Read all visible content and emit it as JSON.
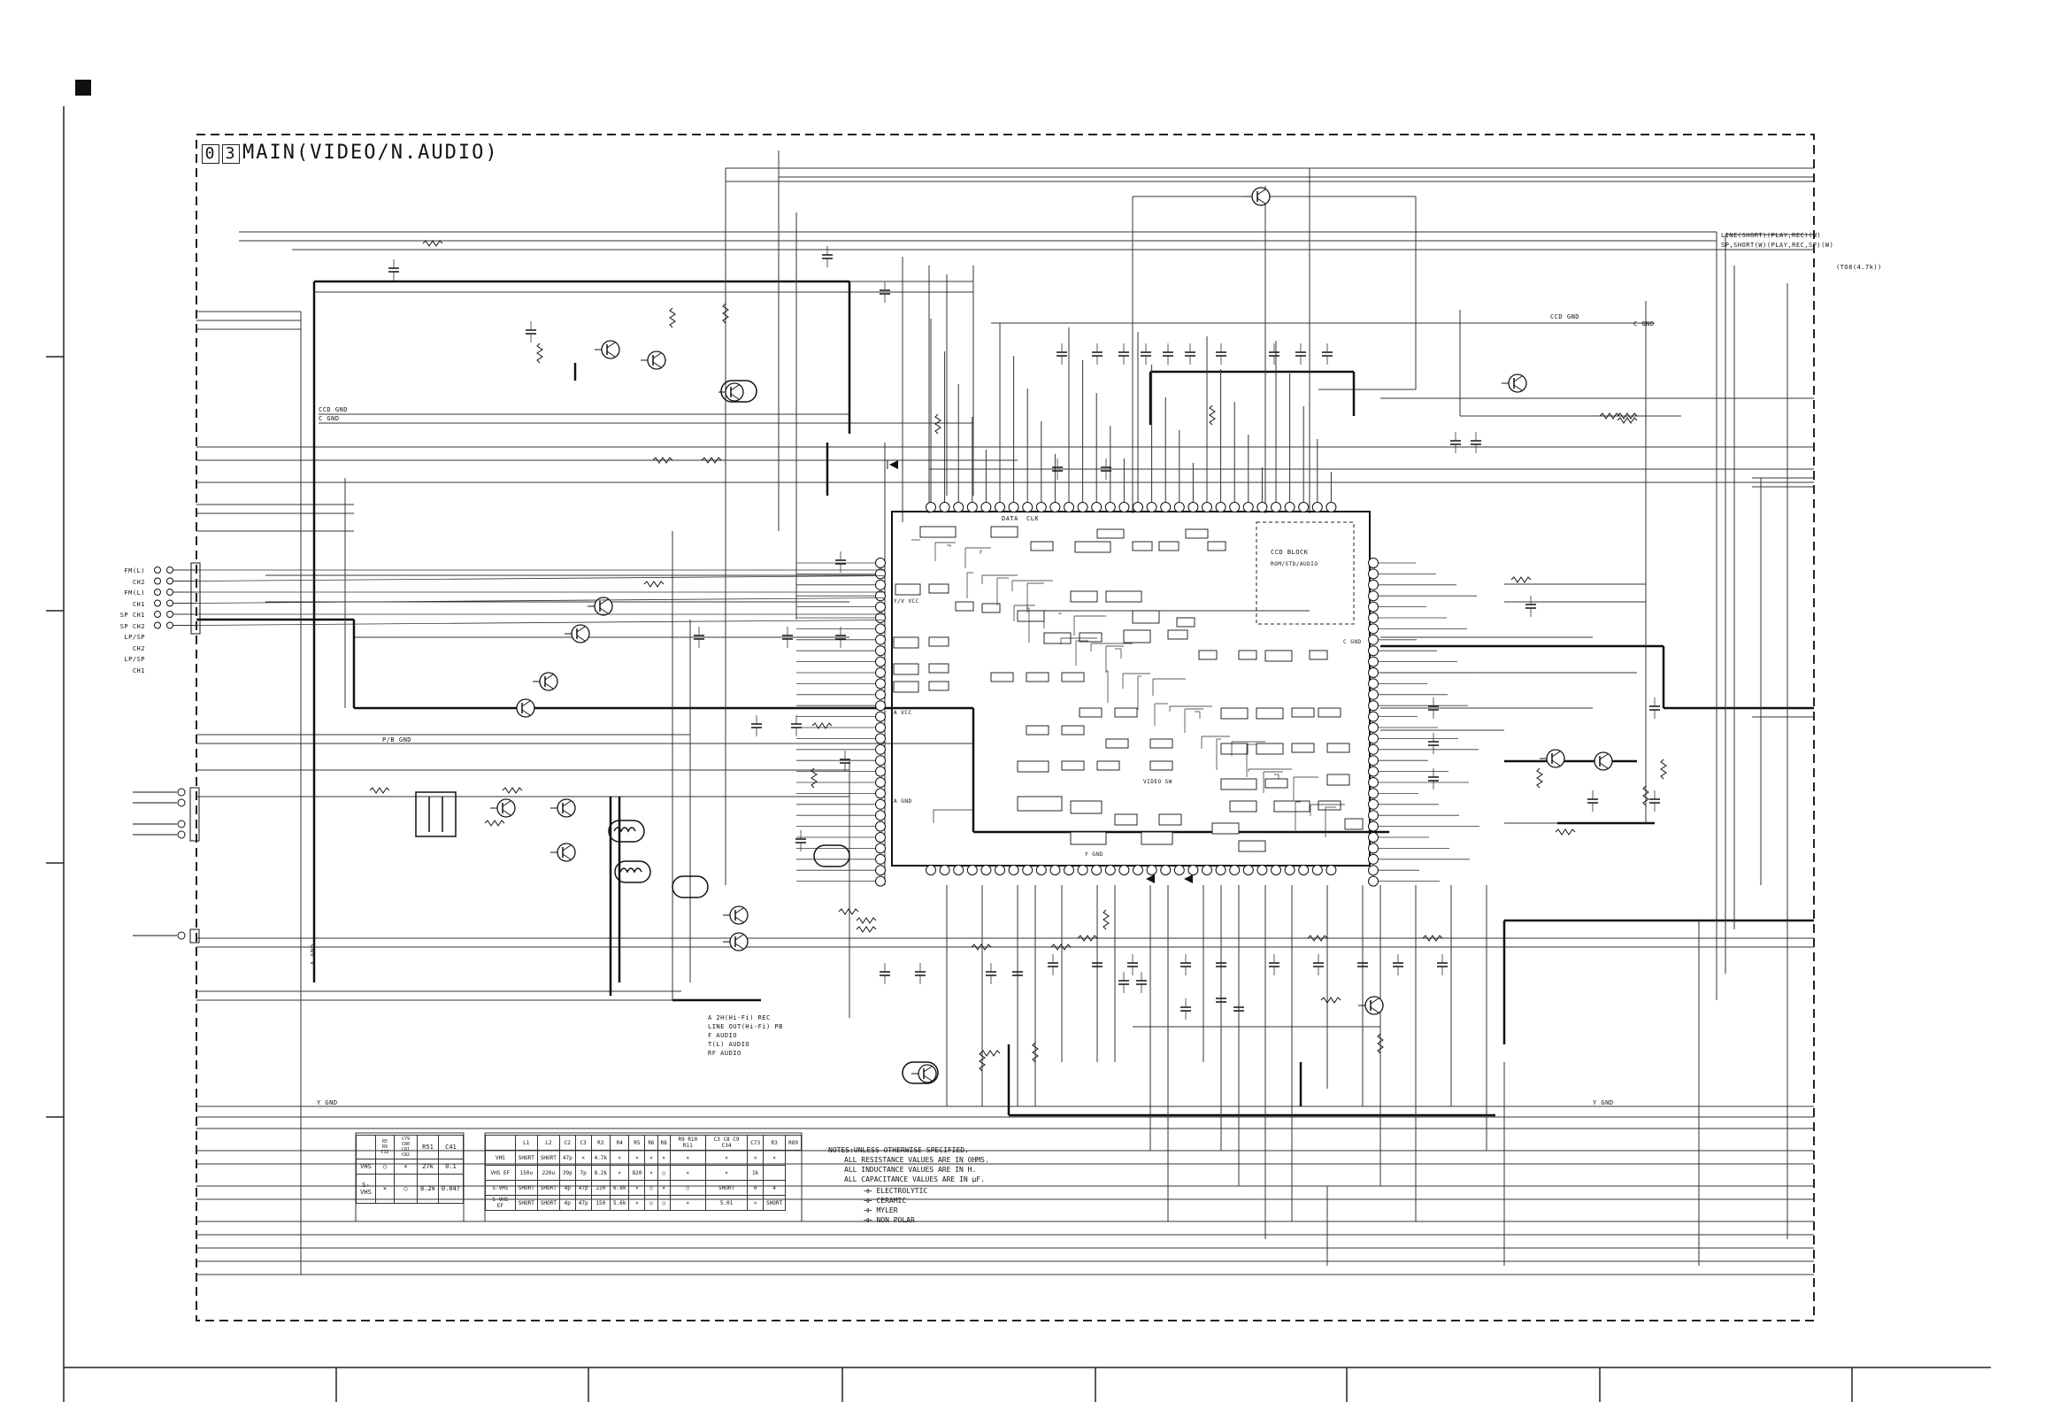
{
  "sheet": {
    "title_code": [
      "0",
      "3"
    ],
    "title": "MAIN(VIDEO/N.AUDIO)"
  },
  "net_labels": {
    "rf_out": "LINE(SHORT)(PLAY,REC)(W)",
    "rf_out2": "SP,SHORT(W)(PLAY,REC,SP)(W)",
    "vcc": "(TO8(4.7k))",
    "ccd_gnd": "CCD GND",
    "c_gnd_top": "C GND",
    "ccd_gnd_left": "CCD GND",
    "c_gnd_left": "C GND",
    "pb_gnd": "P/B GND",
    "y_gnd_left": "Y GND",
    "y_gnd_right": "Y GND",
    "a_gnd": "A GND",
    "audio_lines": [
      "A 2H(Hi-Fi) REC",
      "LINE OUT(Hi-Fi) PB",
      "F AUDIO",
      "T(L) AUDIO",
      "RF AUDIO"
    ]
  },
  "connectors_left": [
    "FM(L) CH2",
    "FM(L) CH1",
    "SP CH1",
    "SP CH2",
    "LP/SP CH2",
    "LP/SP CH1"
  ],
  "ic": {
    "block_label": "CCD BLOCK",
    "block_sub": "ROM/STD/AUDIO",
    "labels": [
      "DATA",
      "CLK",
      "Y/V VCC",
      "A VCC",
      "A GND",
      "C GND",
      "Y GND",
      "VIDEO SW"
    ]
  },
  "table1": {
    "headers": [
      "",
      "R5 R9 C12",
      "C79 C80 C81 C82",
      "R51",
      "C41"
    ],
    "rows": [
      [
        "VHS",
        "○",
        "×",
        "27k",
        "0.1"
      ],
      [
        "S-VHS",
        "×",
        "○",
        "8.2k",
        "0.047"
      ]
    ]
  },
  "table2": {
    "headers": [
      "",
      "L1",
      "L2",
      "C2",
      "C3",
      "R3",
      "R4",
      "R5",
      "R6",
      "R8",
      "R9 R10 R11",
      "C3 C8 C9 C34",
      "C73",
      "R3",
      "R89"
    ],
    "rows": [
      [
        "VHS",
        "SHORT",
        "SHORT",
        "47p",
        "×",
        "4.7k",
        "×",
        "×",
        "×",
        "×",
        "×",
        "×",
        "×",
        "×"
      ],
      [
        "VHS EF",
        "150u",
        "220u",
        "39p",
        "7p",
        "8.2k",
        "×",
        "820",
        "×",
        "○",
        "×",
        "×",
        "1k",
        ""
      ],
      [
        "S-VHS",
        "SHORT",
        "SHORT",
        "4p",
        "47p",
        "220",
        "6.8k",
        "×",
        "○",
        "×",
        "○",
        "SHORT",
        "0",
        "4"
      ],
      [
        "S-VHS EF",
        "SHORT",
        "SHORT",
        "4p",
        "47p",
        "150",
        "5.6k",
        "×",
        "○",
        "○",
        "×",
        "5.01",
        "×",
        "SHORT"
      ]
    ]
  },
  "notes": {
    "heading": "NOTES:UNLESS OTHERWISE SPECIFIED.",
    "lines": [
      "ALL RESISTANCE VALUES ARE IN OHMS.",
      "ALL INDUCTANCE VALUES ARE IN H.",
      "ALL CAPACITANCE VALUES ARE IN μF."
    ],
    "legend": [
      "ELECTROLYTIC",
      "CERAMIC",
      "MYLER",
      "NON POLAR"
    ]
  }
}
